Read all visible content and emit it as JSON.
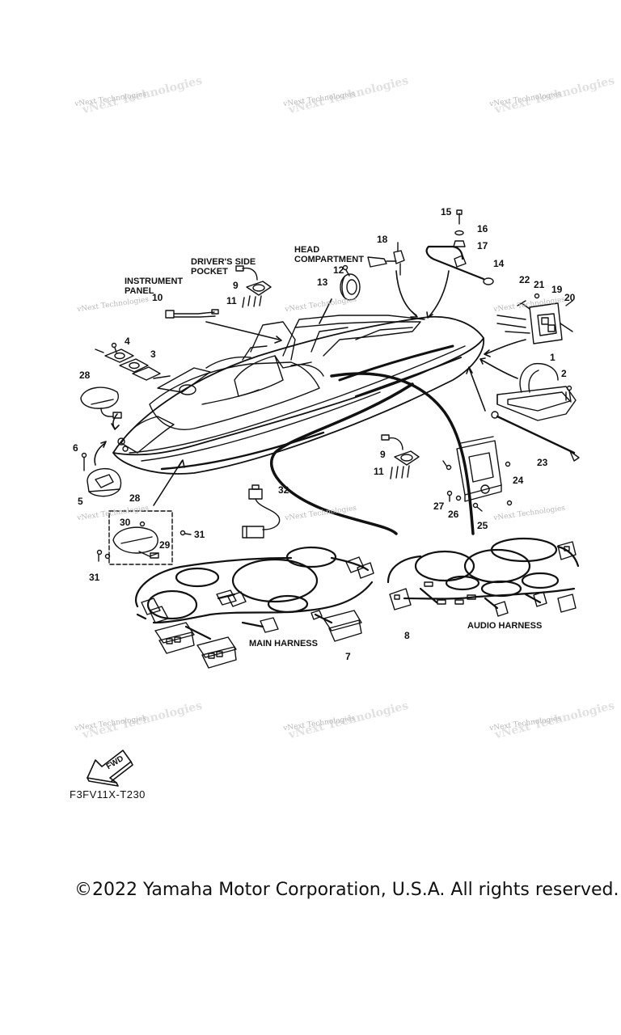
{
  "watermark": {
    "text": "vNext Technologies"
  },
  "labels": {
    "instrument_panel_1": "INSTRUMENT",
    "instrument_panel_2": "PANEL",
    "drivers_pocket_1": "DRIVER'S SIDE",
    "drivers_pocket_2": "POCKET",
    "head_compartment_1": "HEAD",
    "head_compartment_2": "COMPARTMENT",
    "main_harness": "MAIN HARNESS",
    "audio_harness": "AUDIO HARNESS",
    "fwd": "FWD"
  },
  "callouts": {
    "c1": "1",
    "c2": "2",
    "c3": "3",
    "c4": "4",
    "c5": "5",
    "c6": "6",
    "c7": "7",
    "c8": "8",
    "c9a": "9",
    "c9b": "9",
    "c10": "10",
    "c11a": "11",
    "c11b": "11",
    "c12": "12",
    "c13": "13",
    "c14": "14",
    "c15": "15",
    "c16": "16",
    "c17": "17",
    "c18": "18",
    "c19": "19",
    "c20": "20",
    "c21": "21",
    "c22": "22",
    "c23": "23",
    "c24": "24",
    "c25": "25",
    "c26": "26",
    "c27": "27",
    "c28a": "28",
    "c28b": "28",
    "c29": "29",
    "c30": "30",
    "c31a": "31",
    "c31b": "31",
    "c32": "32"
  },
  "diagram_code": "F3FV11X-T230",
  "copyright": "©2022 Yamaha Motor Corporation, U.S.A. All rights reserved."
}
